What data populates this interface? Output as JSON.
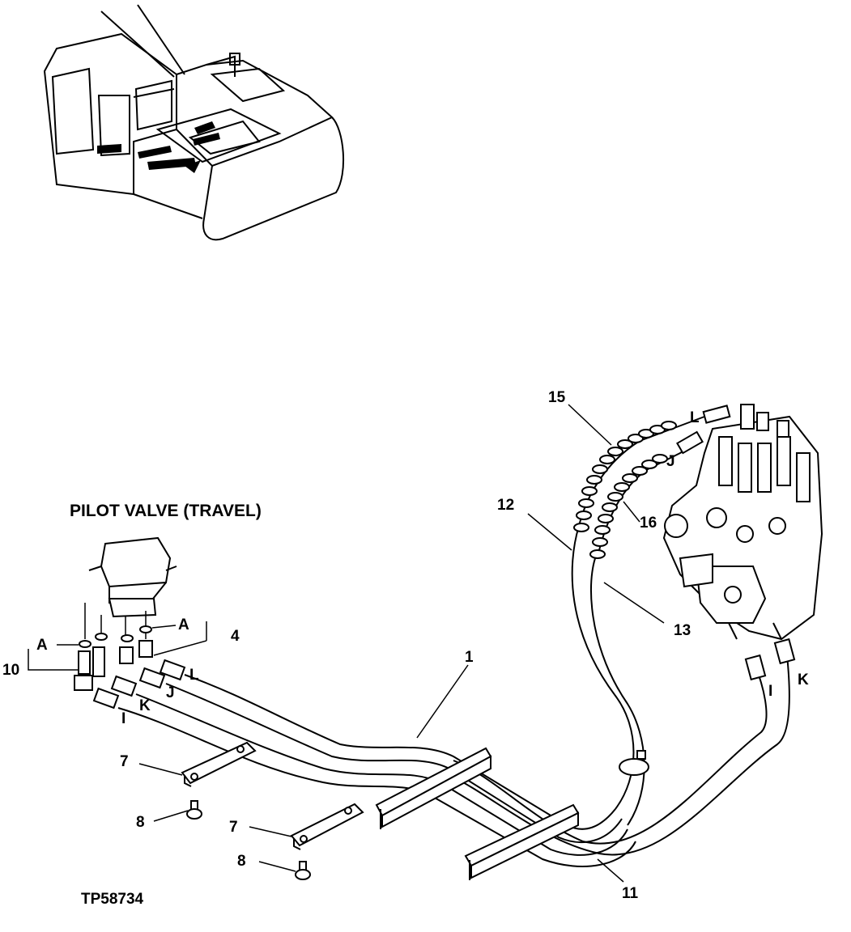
{
  "diagram": {
    "title": "PILOT VALVE (TRAVEL)",
    "figure_id": "TP58734",
    "callouts": {
      "c1": "1",
      "c4": "4",
      "c7a": "7",
      "c7b": "7",
      "c8a": "8",
      "c8b": "8",
      "c10": "10",
      "c11": "11",
      "c12": "12",
      "c13": "13",
      "c15": "15",
      "c16": "16"
    },
    "port_letters": {
      "a_left": "A",
      "a_right": "A",
      "i_left": "I",
      "j_left": "J",
      "k_left": "K",
      "l_left": "L",
      "i_right": "I",
      "j_right": "J",
      "k_right": "K",
      "l_right": "L"
    }
  }
}
